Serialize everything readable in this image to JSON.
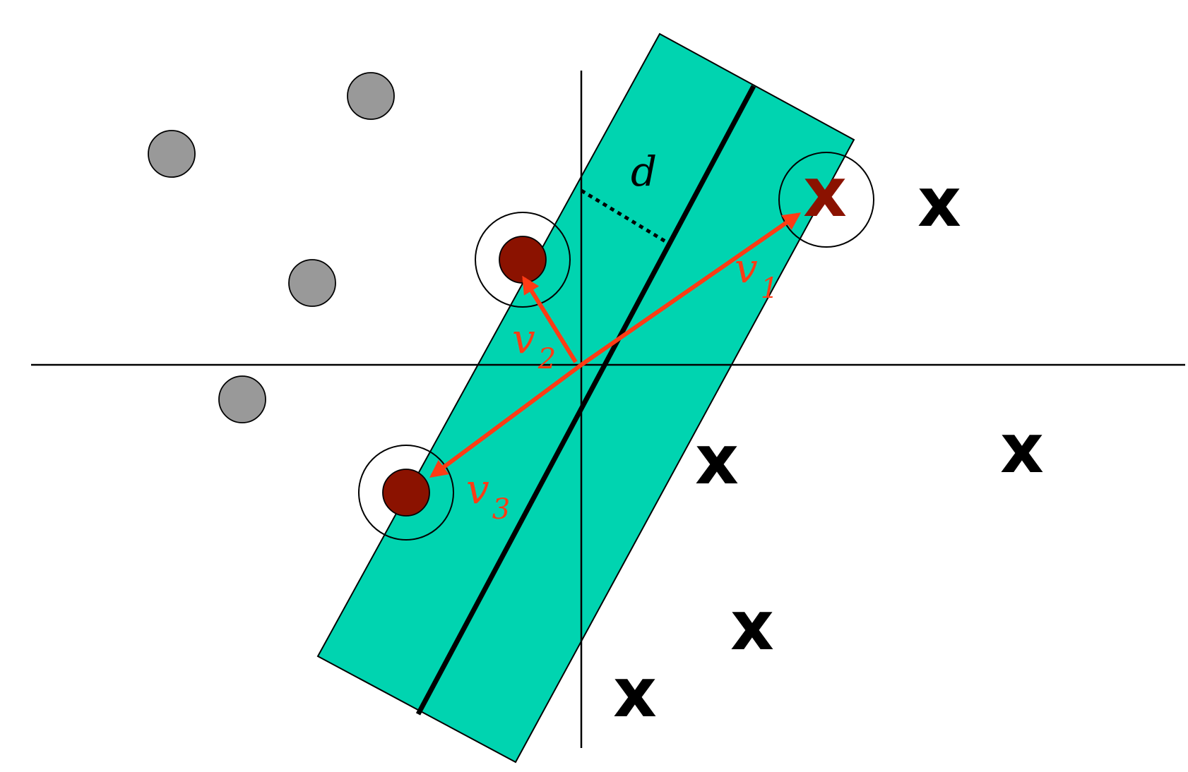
{
  "colors": {
    "margin_band": "#00d4b0",
    "negative_point": "#999999",
    "support_vector": "#8b1200",
    "vector": "#ff3b14",
    "positive_point": "#000000"
  },
  "labels": {
    "margin": "d",
    "v1": {
      "base": "v",
      "sub": "1"
    },
    "v2": {
      "base": "v",
      "sub": "2"
    },
    "v3": {
      "base": "v",
      "sub": "3"
    }
  },
  "marks": {
    "positive_symbol": "x"
  }
}
